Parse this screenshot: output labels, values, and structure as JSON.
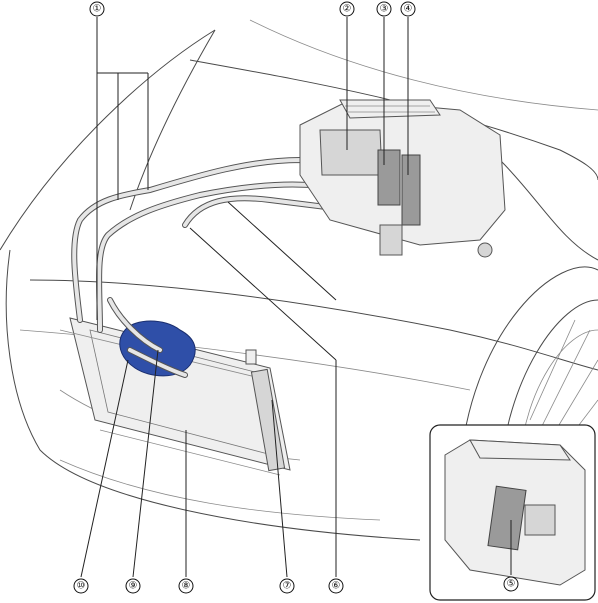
{
  "diagram": {
    "callouts": [
      {
        "id": "1",
        "label": "①"
      },
      {
        "id": "2",
        "label": "②"
      },
      {
        "id": "3",
        "label": "③"
      },
      {
        "id": "4",
        "label": "④"
      },
      {
        "id": "5",
        "label": "⑤"
      },
      {
        "id": "6",
        "label": "⑥"
      },
      {
        "id": "7",
        "label": "⑦"
      },
      {
        "id": "8",
        "label": "⑧"
      },
      {
        "id": "9",
        "label": "⑨"
      },
      {
        "id": "10",
        "label": "⑩"
      }
    ],
    "colors": {
      "highlight": "#2f4fa8",
      "line": "#4a4a4a",
      "part_fill": "#e6e6e6"
    }
  }
}
